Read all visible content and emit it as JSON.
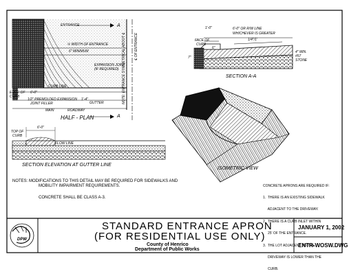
{
  "plan": {
    "entrance_label": "ENTRANCE",
    "section_mark_top": "A",
    "section_mark_bottom": "A",
    "half_width_note": "½ WIDTH OF ENTRANCE",
    "min_note": "6\" MINIMUM",
    "expansion_joint": "EXPANSION JOINT",
    "expansion_joint_2": "(IF REQUIRED)",
    "curb_line": "CURB LINE",
    "edge_of_curb": "EDGE OF",
    "edge_of_curb_2": "CURB",
    "dim_label": "6'-0\"",
    "premolded": "1/2\" PREMOLDED EXPANSION",
    "premolded_2": "JOINT FILLER",
    "dim_small": "1'-4\"",
    "gutter": "GUTTER",
    "main": "MAIN",
    "roadway": "ROADWAY",
    "title": "HALF - PLAN",
    "symmetric_note": "NOTE: ENTRANCE SYMMETRICAL ABOUT ℄",
    "cl_entrance": "℄ OF ENTRANCE"
  },
  "section_aa": {
    "dim_a": "1'-0\"",
    "dim_b": "6'-0\" OR R/W LINE",
    "dim_b2": "WHICHEVER IS GREATER",
    "slope": "1/4\"/1'",
    "face_of_curb": "FACE OF",
    "face_of_curb_2": "CURB",
    "six": "6\"",
    "seven": "7\"",
    "min_note": "4\" MIN.",
    "min_note_2": "#57",
    "min_note_3": "STONE",
    "title": "SECTION A-A"
  },
  "isometric": {
    "title": "ISOMETRIC VIEW"
  },
  "elevation": {
    "top_of_curb": "TOP OF",
    "top_of_curb_2": "CURB",
    "dim": "6'-0\"",
    "flow_line": "FLOW LINE",
    "title": "SECTION ELEVATION AT GUTTER LINE"
  },
  "notes": {
    "line1": "NOTES:  MODIFICATIONS TO THIS DETAIL MAY BE REQUIRED FOR SIDEWALKS AND",
    "line2": "MOBILITY IMPAIRMENT REQUIREMENTS.",
    "line3": "CONCRETE SHALL BE CLASS A-3."
  },
  "apron_notes": {
    "header": "CONCRETE APRONS ARE REQUIRED IF:",
    "items": [
      "1.  THERE IS AN EXISTING SIDEWALK",
      "     ADJACENT TO THE DRIVEWAY.",
      "2.  THERE IS A CURB INLET WITHIN",
      "     25' OF THE ENTRANCE.",
      "3.  THE LOT ADJACENT TO THE",
      "     DRIVEWAY IS LOWER THAN THE",
      "     CURB."
    ]
  },
  "title_block": {
    "line1": "STANDARD ENTRANCE APRON",
    "line2": "(FOR RESIDENTIAL USE ONLY)",
    "county": "County of Henrico",
    "dept": "Department of Public Works",
    "date": "JANUARY 1, 2002",
    "drawing": "ENTR-WOSW.DWG",
    "logo_text": "DPW"
  }
}
